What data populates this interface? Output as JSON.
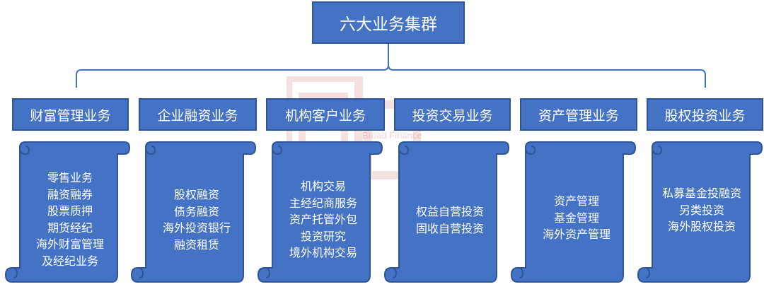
{
  "root": {
    "label": "六大业务集群"
  },
  "watermark": {
    "text": "Broad Finance"
  },
  "categories": [
    {
      "label": "财富管理业务",
      "items": [
        "零售业务",
        "融资融券",
        "股票质押",
        "期货经纪",
        "海外财富管理",
        "及经纪业务"
      ]
    },
    {
      "label": "企业融资业务",
      "items": [
        "股权融资",
        "债务融资",
        "海外投资银行",
        "融资租赁"
      ]
    },
    {
      "label": "机构客户业务",
      "items": [
        "机构交易",
        "主经纪商服务",
        "资产托管外包",
        "投资研究",
        "境外机构交易"
      ]
    },
    {
      "label": "投资交易业务",
      "items": [
        "权益自营投资",
        "固收自营投资"
      ]
    },
    {
      "label": "资产管理业务",
      "items": [
        "资产管理",
        "基金管理",
        "海外资产管理"
      ]
    },
    {
      "label": "股权投资业务",
      "items": [
        "私募基金投融资",
        "另类投资",
        "海外股权投资"
      ]
    }
  ],
  "colors": {
    "fill": "#4472c4",
    "border": "#2f5597",
    "text": "#ffffff",
    "connector": "#4472c4"
  }
}
